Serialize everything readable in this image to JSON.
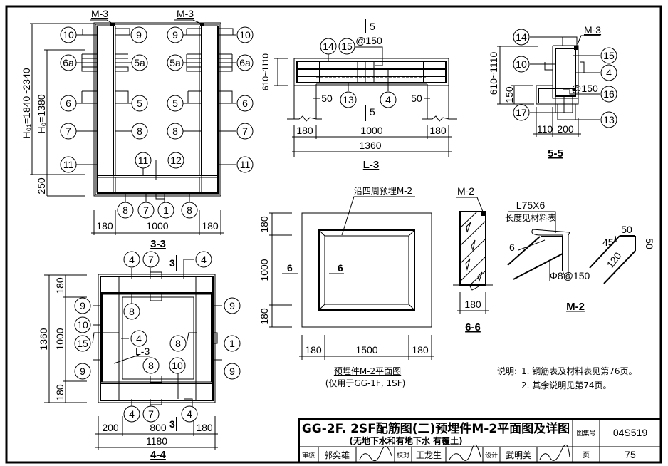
{
  "drawing": {
    "view_3_3": {
      "title": "3-3",
      "top_labels": [
        "M-3",
        "M-3"
      ],
      "dims_vertical": [
        "H₀₁=1840~2340",
        "H₀=1380",
        "250"
      ],
      "dims_horizontal": [
        "180",
        "1000",
        "180"
      ],
      "callouts": [
        "10",
        "9",
        "9",
        "10",
        "6a",
        "5a",
        "5a",
        "6a",
        "6",
        "5",
        "5",
        "6",
        "7",
        "8",
        "8",
        "7",
        "11",
        "11",
        "12",
        "11",
        "8",
        "7",
        "1",
        "8"
      ]
    },
    "view_l_3": {
      "title": "L-3",
      "section_marks": [
        "5",
        "5"
      ],
      "spacing": "@150",
      "dim_height": "610~1110",
      "dims_cover": [
        "50",
        "50"
      ],
      "dims_horizontal": [
        "180",
        "1000",
        "180"
      ],
      "dim_total": "1360",
      "callouts": [
        "14",
        "15",
        "13",
        "4"
      ]
    },
    "view_5_5": {
      "title": "5-5",
      "label": "M-3",
      "spacing": "@150",
      "dims_vertical": [
        "610~1110",
        "150"
      ],
      "dims_horizontal": [
        "110",
        "200"
      ],
      "callouts": [
        "14",
        "15",
        "10",
        "4",
        "16",
        "17",
        "13"
      ]
    },
    "view_4_4": {
      "title": "4-4",
      "section_marks": [
        "3",
        "3"
      ],
      "beam_label": "L-3",
      "dims_vertical": [
        "1360",
        "180",
        "1000",
        "180"
      ],
      "dims_horizontal": [
        "200",
        "800",
        "180"
      ],
      "dim_total": "1180",
      "callouts": [
        "4",
        "7",
        "4",
        "9",
        "8",
        "9",
        "10",
        "15",
        "4",
        "8",
        "1",
        "9",
        "9",
        "8",
        "10",
        "4",
        "7",
        "4"
      ]
    },
    "view_m2_plan": {
      "note": "沿四周预埋M-2",
      "section_marks": [
        "6",
        "6"
      ],
      "dims_vertical": [
        "180",
        "1000",
        "180"
      ],
      "dims_horizontal": [
        "180",
        "1500",
        "180"
      ],
      "title": "预埋件M-2平面图",
      "subtitle": "(仅用于GG-1F, 1SF)"
    },
    "view_6_6": {
      "title": "6-6",
      "label": "M-2",
      "dim": "180"
    },
    "view_m2_detail": {
      "title": "M-2",
      "angle_label": "L75X6",
      "angle_note": "长度见材料表",
      "weld": "6",
      "rebar": "Φ8@150",
      "angle_deg": "45°",
      "dims": [
        "50",
        "50",
        "120"
      ]
    },
    "notes": {
      "prefix": "说明:",
      "items": [
        "1. 钢筋表及材料表见第76页。",
        "2. 其余说明见第74页。"
      ]
    }
  },
  "title_block": {
    "title": "GG-2F. 2SF配筋图(二)预埋件M-2平面图及详图",
    "subtitle": "(无地下水和有地下水  有覆土)",
    "atlas_label": "图集号",
    "atlas_no": "04S519",
    "page_label": "页",
    "page_no": "75",
    "review_label": "审核",
    "reviewer": "郭奕雄",
    "check_label": "校对",
    "checker": "王龙生",
    "design_label": "设计",
    "designer": "武明美"
  }
}
